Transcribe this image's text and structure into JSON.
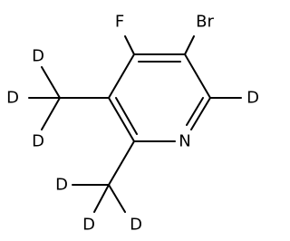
{
  "molecule": {
    "atoms": {
      "br": "Br",
      "f": "F",
      "n": "N",
      "d_ring": "D",
      "d_me1_top": "D",
      "d_me1_left": "D",
      "d_me1_bottom": "D",
      "d_me2_top": "D",
      "d_me2_bottom_left": "D",
      "d_me2_bottom_right": "D"
    }
  }
}
